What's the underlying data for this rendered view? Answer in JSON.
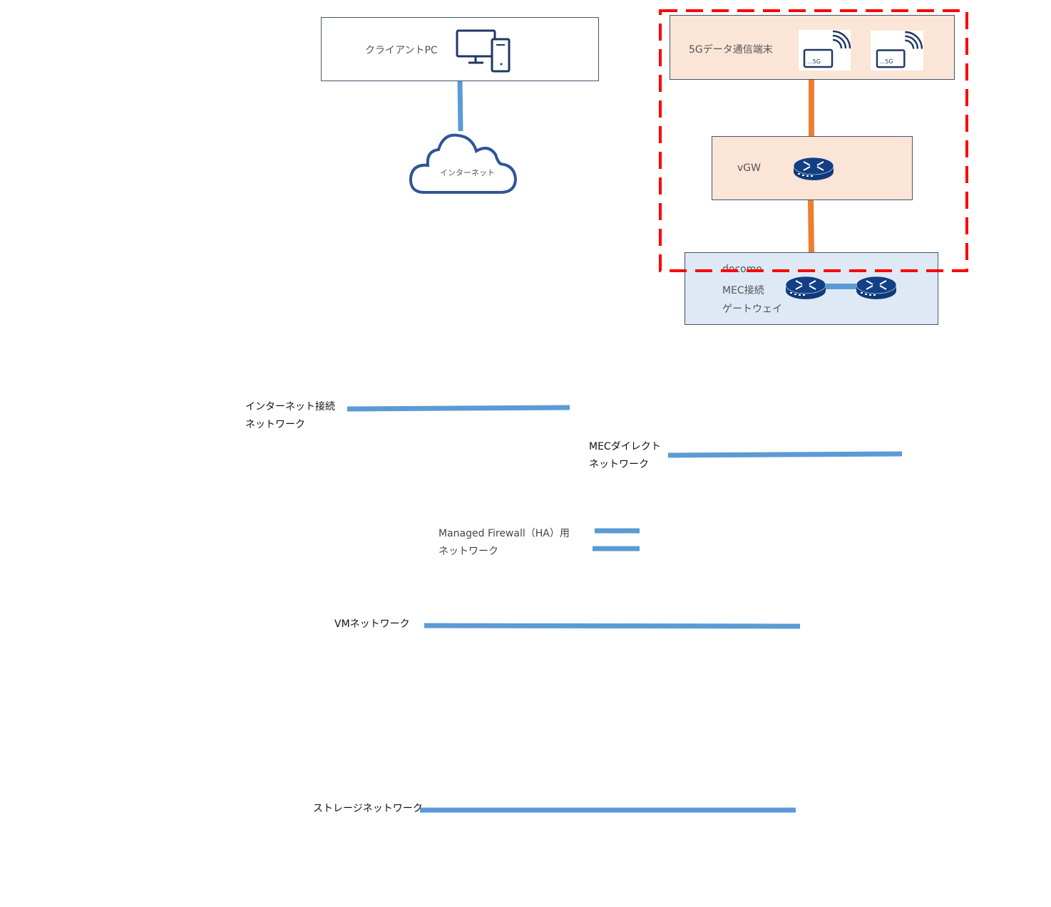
{
  "nodes": {
    "client_pc": {
      "label": "クライアントPC",
      "icon": "desktop-computer-icon"
    },
    "internet": {
      "label": "インターネット",
      "icon": "cloud-icon"
    },
    "terminal_5g": {
      "label": "5Gデータ通信端末",
      "icon": "5g-router-icon",
      "device_text": "...5G"
    },
    "vgw": {
      "label": "vGW",
      "icon": "router-icon"
    },
    "mec_gateway": {
      "line1": "docomo",
      "line2": "MEC接続",
      "line3": "ゲートウェイ",
      "icon": "router-icon"
    }
  },
  "networks": {
    "internet_net": {
      "line1": "インターネット接続",
      "line2": "ネットワーク"
    },
    "mec_direct": {
      "line1": "MECダイレクト",
      "line2": "ネットワーク"
    },
    "firewall_ha": {
      "line1": "Managed Firewall（HA）用",
      "line2": "ネットワーク"
    },
    "vm": {
      "label": "VMネットワーク"
    },
    "storage": {
      "label": "ストレージネットワーク"
    }
  },
  "colors": {
    "network_line": "#5b9bd5",
    "mobile_link": "#ed7d31",
    "boundary": "#ff0000",
    "orange_fill": "#fbe5d6",
    "blue_fill": "#dee9f5",
    "icon": "#0f3a7a"
  }
}
